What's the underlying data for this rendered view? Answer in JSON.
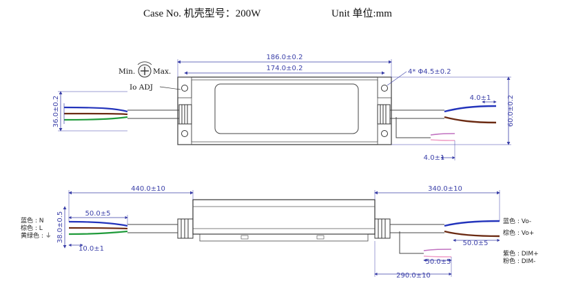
{
  "header": {
    "case_label": "Case No. 机壳型号：200W",
    "unit_label": "Unit 单位:mm"
  },
  "top_view": {
    "dim_overall_length": "186.0±0.2",
    "dim_hole_spacing": "174.0±0.2",
    "dim_hole": "4* Φ4.5±0.2",
    "dim_left_height": "36.0±0.2",
    "dim_right_height": "60.0±0.2",
    "dim_output_strip": "4.0±1",
    "dim_dim_strip": "4.0±1",
    "adj_min": "Min.",
    "adj_max": "Max.",
    "adj_label": "Io ADJ"
  },
  "side_view": {
    "dim_input_cable": "440.0±10",
    "dim_output_cable": "340.0±10",
    "dim_input_strip": "50.0±5",
    "dim_input_height": "38.0±0.5",
    "dim_input_tip": "10.0±1",
    "dim_output_strip": "50.0±5",
    "dim_dim_strip": "50.0±5",
    "dim_dim_cable": "290.0±10",
    "wire_blue_in": "蓝色 : N",
    "wire_brown_in": "棕色 : L",
    "wire_green_in": "黄绿色 : ⏚",
    "wire_blue_out": "蓝色 : Vo-",
    "wire_brown_out": "棕色 : Vo+",
    "wire_purple": "紫色 : DIM+",
    "wire_pink": "粉色 : DIM-"
  }
}
